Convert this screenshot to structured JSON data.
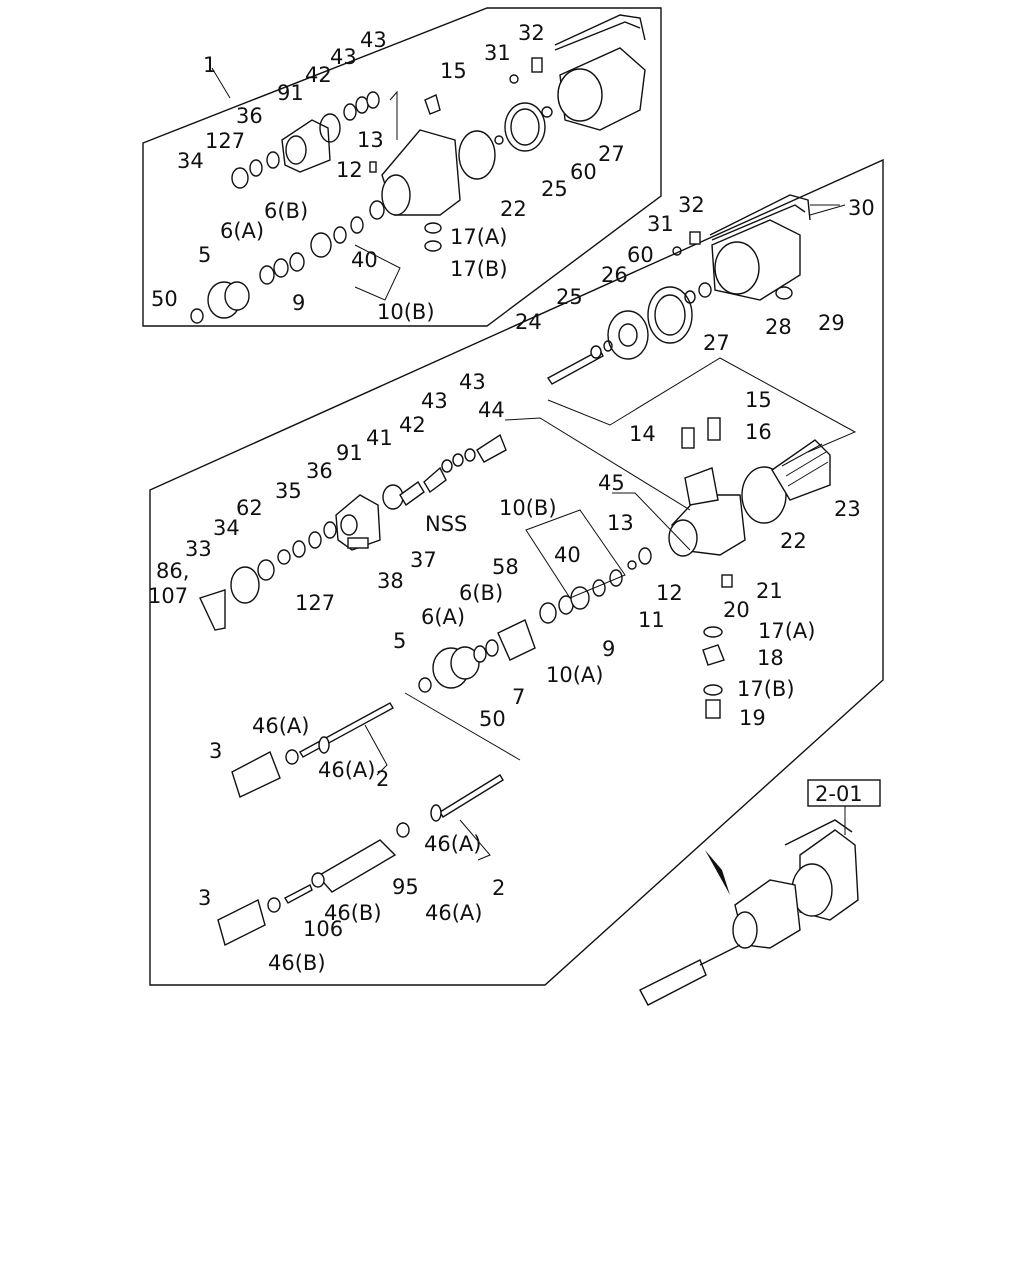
{
  "ref_box": "2-01",
  "labels": {
    "top": [
      "1",
      "43",
      "32",
      "91",
      "42",
      "43",
      "15",
      "31",
      "36",
      "127",
      "13",
      "34",
      "12",
      "22",
      "25",
      "60",
      "27",
      "6(B)",
      "6(A)",
      "17(A)",
      "17(B)",
      "5",
      "40",
      "50",
      "9",
      "10(B)"
    ],
    "main": [
      "30",
      "31",
      "32",
      "26",
      "60",
      "25",
      "28",
      "29",
      "24",
      "27",
      "43",
      "43",
      "44",
      "15",
      "14",
      "16",
      "42",
      "41",
      "91",
      "23",
      "45",
      "36",
      "35",
      "NSS",
      "62",
      "10(B)",
      "22",
      "13",
      "34",
      "40",
      "33",
      "86,",
      "107",
      "58",
      "127",
      "38",
      "37",
      "6(B)",
      "6(A)",
      "12",
      "21",
      "11",
      "9",
      "5",
      "20",
      "17(A)",
      "18",
      "17(B)",
      "10(A)",
      "7",
      "50",
      "19",
      "46(A)",
      "3",
      "46(A)",
      "2",
      "46(A)",
      "95",
      "3",
      "106",
      "46(B)",
      "46(A)",
      "46(B)",
      "2"
    ]
  }
}
